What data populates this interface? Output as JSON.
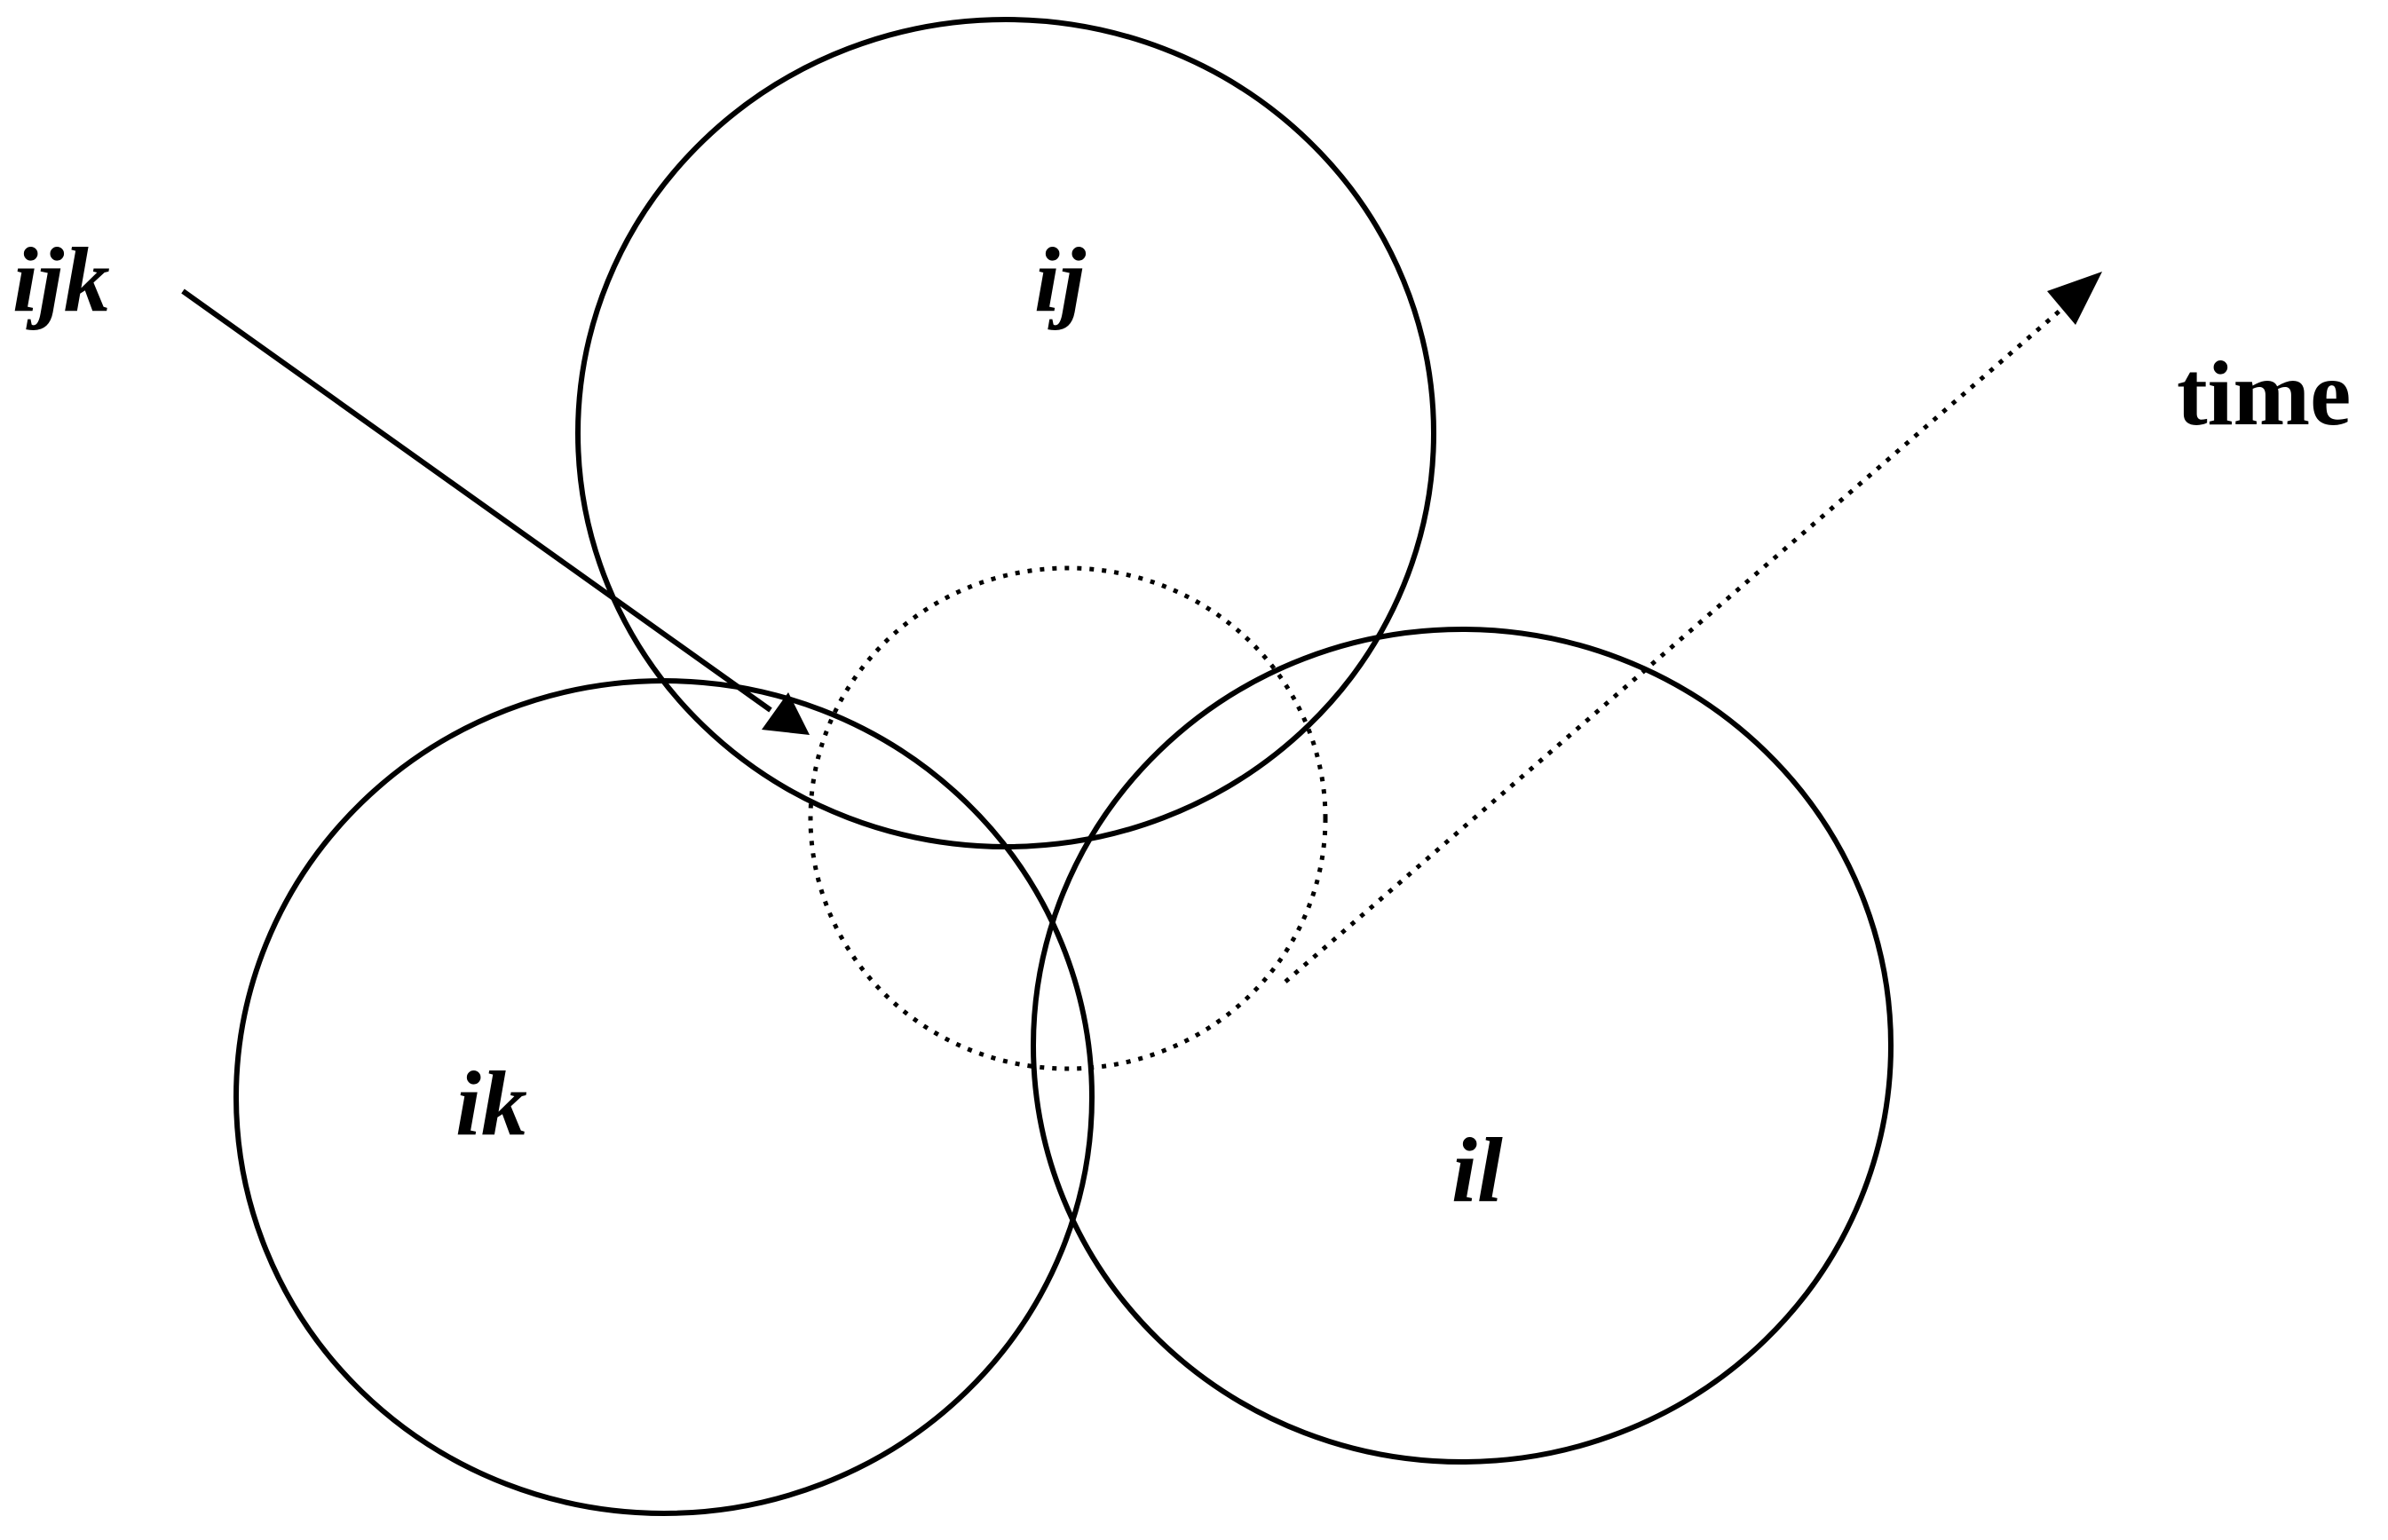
{
  "labels": {
    "ij": "ij",
    "ik": "ik",
    "il": "il",
    "ijk": "ijk",
    "time": "time"
  },
  "colors": {
    "stroke": "#000000",
    "text": "#000000",
    "background": "#ffffff"
  }
}
